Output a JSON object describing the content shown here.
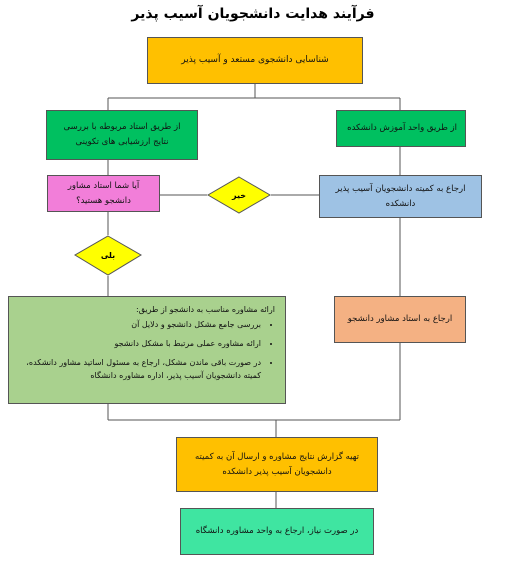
{
  "title": "فرآیند هدایت دانشجویان آسیب پذیر",
  "nodes": {
    "identify": "شناسایی دانشجوی مستعد و آسیب پذیر",
    "via_advisor": "از طریق استاد مربوطه با بررسی نتایج ارزشیابی های تکوینی",
    "via_edu_unit": "از طریق واحد آموزش دانشکده",
    "ask_advisor": "آیا شما استاد مشاور دانشجو هستید؟",
    "decision_no": "خیر",
    "refer_committee": "ارجاع به کمیته دانشجویان آسیب پذیر دانشکده",
    "decision_yes": "بلی",
    "refer_advisor": "ارجاع به استاد مشاور دانشجو",
    "report": "تهیه گزارش نتایج مشاوره و ارسال آن به کمیته دانشجویان آسیب پذیر دانشکده",
    "university_center": "در صورت نیاز، ارجاع به واحد مشاوره دانشگاه"
  },
  "counseling": {
    "heading": "ارائه مشاوره مناسب به دانشجو از طریق:",
    "items": [
      "بررسی جامع مشکل دانشجو و دلایل آن",
      "ارائه مشاوره عملی مرتبط با مشکل دانشجو",
      "در صورت باقی ماندن مشکل، ارجاع به مسئول اساتید مشاور دانشکده، کمیته دانشجویان آسیب پذیر، اداره مشاوره دانشگاه"
    ]
  }
}
